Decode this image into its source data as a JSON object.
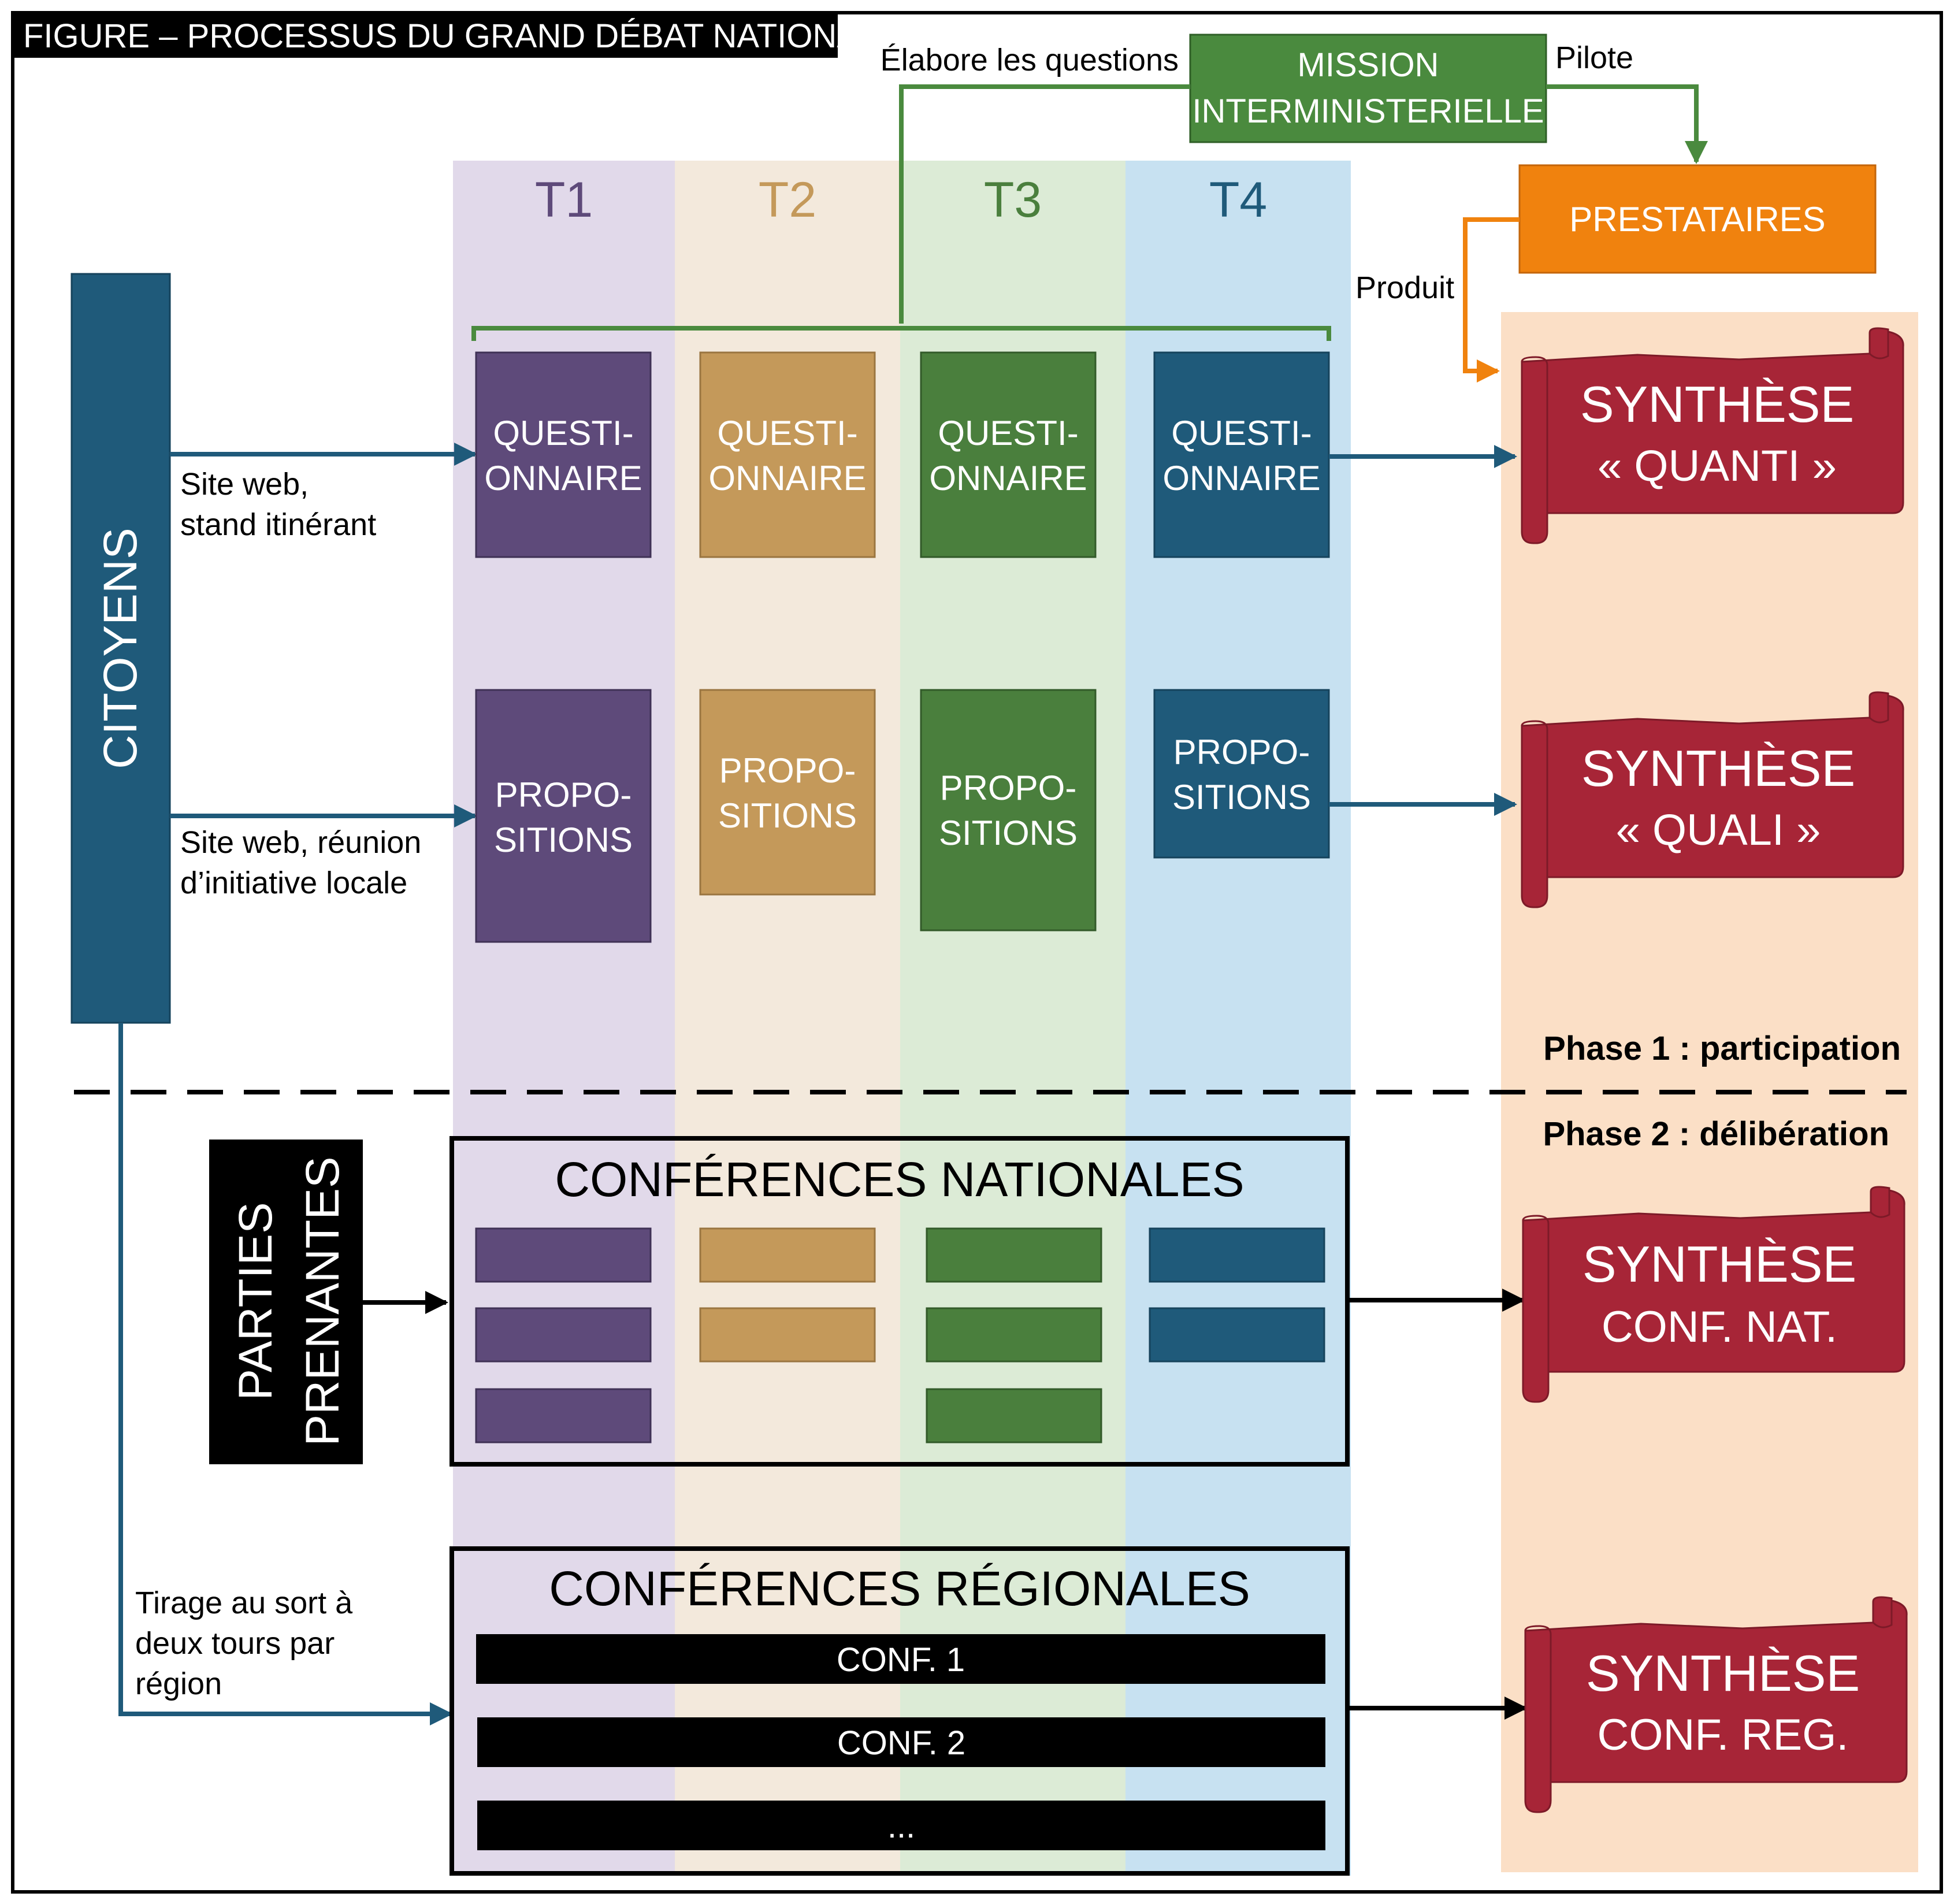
{
  "title": "FIGURE – PROCESSUS DU GRAND DÉBAT NATIONAL",
  "colors": {
    "t1": "#5e4a7a",
    "t2": "#c4995a",
    "t3": "#4a7f3d",
    "t4": "#1f5a7a",
    "t1_bg": "#e1d9ea",
    "t2_bg": "#f3e9dc",
    "t3_bg": "#dcebd6",
    "t4_bg": "#c7e1f1",
    "synth_bg": "#fbdfc6",
    "citoyens": "#1f5a7a",
    "mission": "#4a8a3e",
    "prestataires": "#f0820e",
    "synthese": "#a72537",
    "black": "#000000"
  },
  "mission": {
    "line1": "MISSION",
    "line2": "INTERMINISTERIELLE"
  },
  "prestataires": "PRESTATAIRES",
  "labels": {
    "elabore": "Élabore les questions",
    "pilote": "Pilote",
    "produit": "Produit",
    "site_web_1_line1": "Site web,",
    "site_web_1_line2": "stand itinérant",
    "site_web_2_line1": "Site web, réunion",
    "site_web_2_line2": "d’initiative locale",
    "tirage_line1": "Tirage au sort à",
    "tirage_line2": "deux tours par",
    "tirage_line3": "région",
    "phase1": "Phase 1 : participation",
    "phase2": "Phase 2 : délibération"
  },
  "themes": [
    "T1",
    "T2",
    "T3",
    "T4"
  ],
  "citoyens": "CITOYENS",
  "parties": {
    "line1": "PARTIES",
    "line2": "PRENANTES"
  },
  "questionnaire": {
    "line1": "QUESTI-",
    "line2": "ONNAIRE"
  },
  "propositions": {
    "line1": "PROPO-",
    "line2": "SITIONS"
  },
  "conf_nat": {
    "title": "CONFÉRENCES NATIONALES"
  },
  "conf_reg": {
    "title": "CONFÉRENCES RÉGIONALES",
    "items": [
      "CONF. 1",
      "CONF. 2",
      "..."
    ]
  },
  "synth_quanti": {
    "line1": "SYNTHÈSE",
    "line2": "« QUANTI »"
  },
  "synth_quali": {
    "line1": "SYNTHÈSE",
    "line2": "« QUALI »"
  },
  "synth_nat": {
    "line1": "SYNTHÈSE",
    "line2": "CONF. NAT."
  },
  "synth_reg": {
    "line1": "SYNTHÈSE",
    "line2": "CONF. REG."
  }
}
